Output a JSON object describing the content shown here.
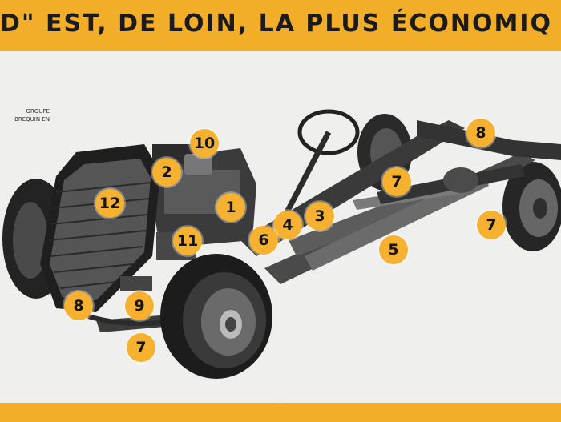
{
  "banner": {
    "title": "D\" EST, DE LOIN, LA PLUS ÉCONOMIQ"
  },
  "caption": {
    "line1": "GROUPE",
    "line2": "BREQUIN EN"
  },
  "markers": [
    {
      "label": "1"
    },
    {
      "label": "2"
    },
    {
      "label": "3"
    },
    {
      "label": "4"
    },
    {
      "label": "5"
    },
    {
      "label": "6"
    },
    {
      "label": "7"
    },
    {
      "label": "7"
    },
    {
      "label": "7"
    },
    {
      "label": "8"
    },
    {
      "label": "8"
    },
    {
      "label": "9"
    },
    {
      "label": "10"
    },
    {
      "label": "11"
    },
    {
      "label": "12"
    }
  ],
  "colors": {
    "banner": "#f3ae29",
    "marker": "#f5b12f",
    "paper": "#efefee"
  }
}
